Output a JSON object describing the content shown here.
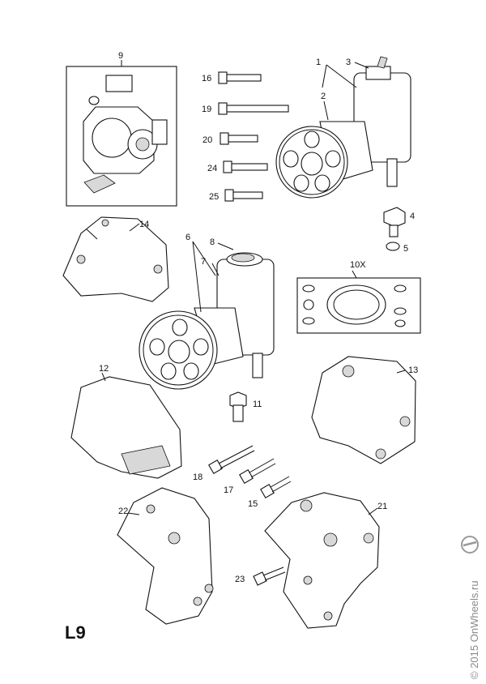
{
  "page_code": "L9",
  "watermark": "© 2015 OnWheels.ru",
  "labels": {
    "l1": "1",
    "l2": "2",
    "l3": "3",
    "l4": "4",
    "l5": "5",
    "l6": "6",
    "l7": "7",
    "l8": "8",
    "l9": "9",
    "l10x": "10X",
    "l11": "11",
    "l12": "12",
    "l13": "13",
    "l14": "14",
    "l15": "15",
    "l16": "16",
    "l17": "17",
    "l18": "18",
    "l19": "19",
    "l20": "20",
    "l21": "21",
    "l22": "22",
    "l23": "23",
    "l24": "24",
    "l25": "25"
  }
}
